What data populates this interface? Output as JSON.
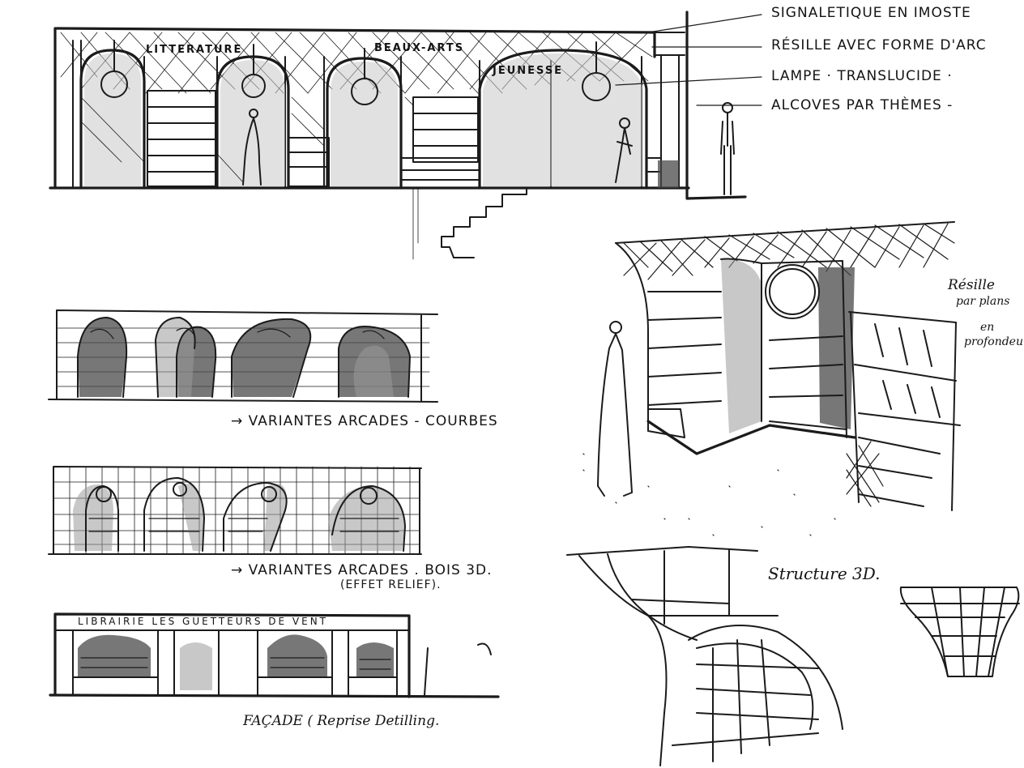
{
  "elevation": {
    "signs": [
      "LITTERATURE",
      "BEAUX-ARTS",
      "JEUNESSE"
    ]
  },
  "annotations": [
    "SIGNALETIQUE EN IMOSTE",
    "RÉSILLE AVEC FORME D'ARC",
    "LAMPE · TRANSLUCIDE ·",
    "ALCOVES PAR THÈMES -"
  ],
  "variant_captions": {
    "curves": "→ VARIANTES ARCADES - COURBES",
    "wood3d_line1": "→ VARIANTES ARCADES . BOIS 3D.",
    "wood3d_line2": "(EFFET RELIEF).",
    "facade": "FAÇADE ( Reprise Detilling."
  },
  "facade_sign": "LIBRAIRIE LES GUETTEURS DE VENT",
  "perspective_notes": {
    "line1": "Résille",
    "line2": "par plans",
    "line3": "en",
    "line4": "profondeur",
    "structure": "Structure 3D."
  },
  "colors": {
    "ink": "#1b1b1b",
    "wash": "#9a9a9a",
    "paper": "#ffffff"
  }
}
